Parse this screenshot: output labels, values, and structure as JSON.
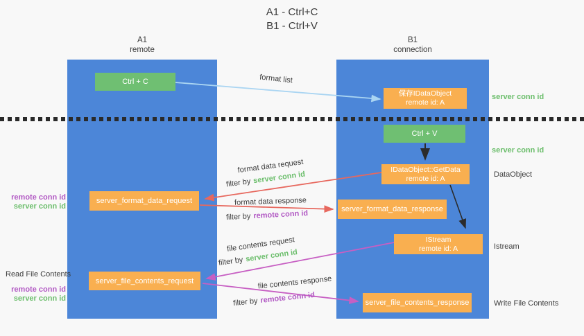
{
  "title": {
    "line1": "A1 - Ctrl+C",
    "line2": "B1 - Ctrl+V"
  },
  "columns": {
    "a": {
      "id": "A1",
      "subtitle": "remote"
    },
    "b": {
      "id": "B1",
      "subtitle": "connection"
    }
  },
  "nodes": {
    "ctrl_c": {
      "label": "Ctrl + C"
    },
    "save_dataobject": {
      "line1": "保存IDataObject",
      "line2": "remote id: A"
    },
    "ctrl_v": {
      "label": "Ctrl + V"
    },
    "getdata": {
      "line1": "IDataObject::GetData",
      "line2": "remote id: A"
    },
    "server_format_data_request": {
      "label": "server_format_data_request"
    },
    "server_format_data_response": {
      "label": "server_format_data_response"
    },
    "istream": {
      "line1": "IStream",
      "line2": "remote id: A"
    },
    "server_file_contents_request": {
      "label": "server_file_contents_request"
    },
    "server_file_contents_response": {
      "label": "server_file_contents_response"
    }
  },
  "side_labels": {
    "server_conn_id_top": "server conn id",
    "server_conn_id_mid": "server conn id",
    "dataobject": "DataObject",
    "istream": "Istream",
    "write_file_contents": "Write File Contents",
    "read_file_contents": "Read File Contents",
    "remote_conn_id_left1": "remote conn id",
    "server_conn_id_left1": "server conn id",
    "remote_conn_id_left2": "remote conn id",
    "server_conn_id_left2": "server conn id"
  },
  "arrow_labels": {
    "format_list": "format list",
    "format_data_request": "format data request",
    "filter_by_1": "filter by",
    "filter_val_1": "server conn id",
    "format_data_response": "format data response",
    "filter_by_2": "filter by",
    "filter_val_2": "remote conn id",
    "file_contents_request": "file contents request",
    "filter_by_3": "filter by",
    "filter_val_3": "server conn id",
    "file_contents_response": "file contents response",
    "filter_by_4": "filter by",
    "filter_val_4": "remote conn id"
  },
  "colors": {
    "column_blue": "#4C86D8",
    "node_orange": "#F9AF50",
    "node_green": "#6FBF72",
    "arrow_light_blue": "#AAD5F2",
    "arrow_red": "#E7685E",
    "arrow_magenta": "#C75FC3",
    "arrow_black": "#2b2b2b",
    "text_green": "#6CBE6C",
    "text_purple": "#B25AC4",
    "background": "#f8f8f8"
  }
}
